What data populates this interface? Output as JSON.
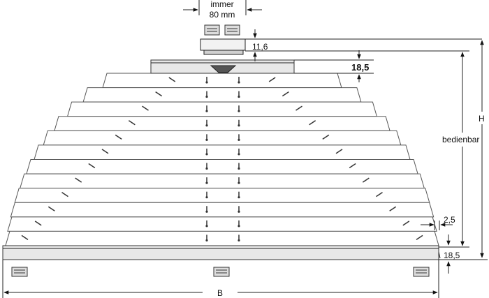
{
  "labels": {
    "top_width_line1": "immer",
    "top_width_line2": "80 mm",
    "dim_11_6": "11,6",
    "dim_18_5_top": "18,5",
    "dim_bedienbar": "bedienbar",
    "dim_H": "H",
    "dim_2_5": "2,5",
    "dim_18_5_bottom": "18,5",
    "dim_B": "B"
  },
  "pleat_count": 12
}
